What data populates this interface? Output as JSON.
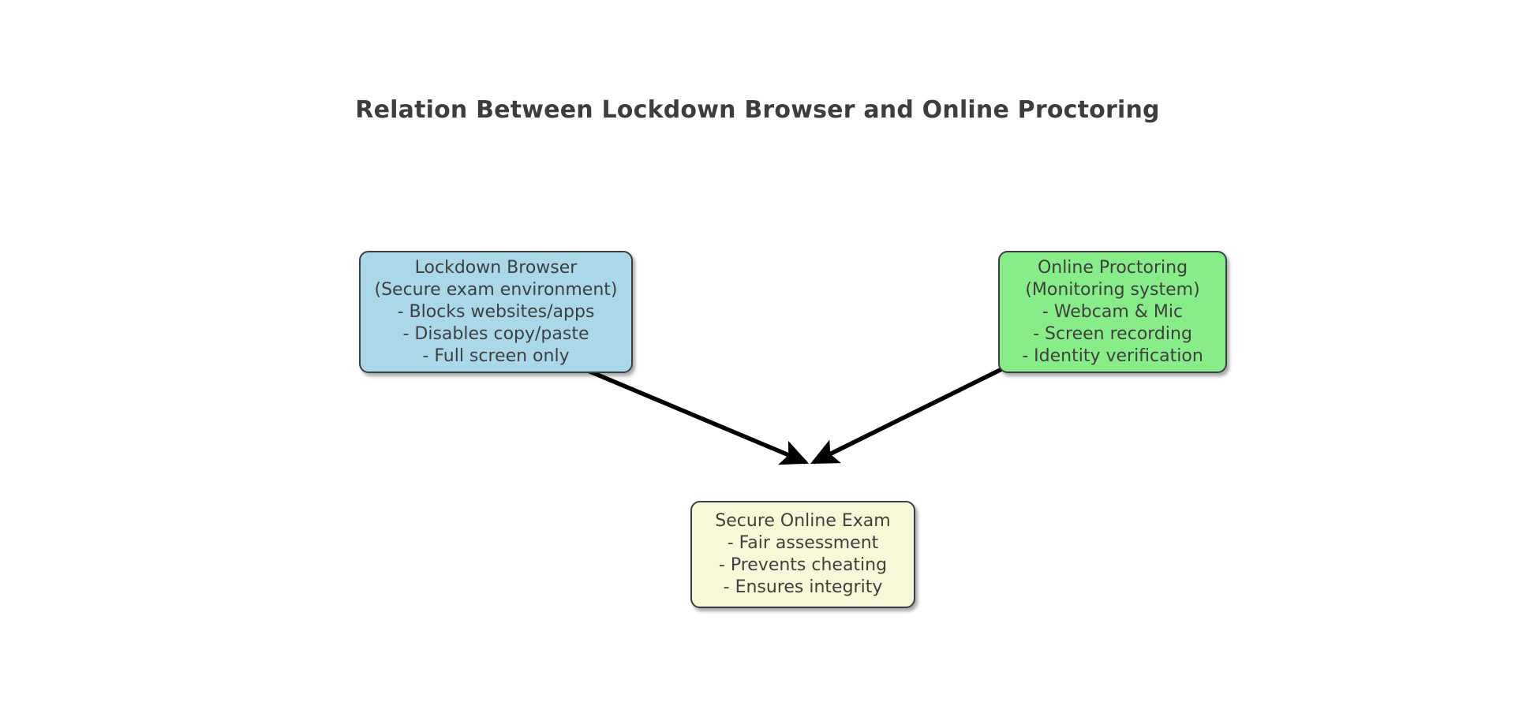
{
  "diagram": {
    "title": "Relation Between Lockdown Browser and Online Proctoring",
    "type": "flowchart",
    "background_color": "#ffffff",
    "title_color": "#3d3d3d",
    "nodes": [
      {
        "id": "lockdown_browser",
        "label": "Lockdown Browser",
        "lines": [
          "Lockdown Browser",
          "(Secure exam environment)",
          "- Blocks websites/apps",
          "- Disables copy/paste",
          "- Full screen only"
        ],
        "fill_color": "#aad8e9",
        "border_color": "#3a3f45",
        "text_color": "#3f3f3f",
        "position": "top-left"
      },
      {
        "id": "online_proctoring",
        "label": "Online Proctoring",
        "lines": [
          "Online Proctoring",
          "(Monitoring system)",
          "- Webcam & Mic",
          "- Screen recording",
          "- Identity verification"
        ],
        "fill_color": "#88ed88",
        "border_color": "#3a3f45",
        "text_color": "#3f3f3f",
        "position": "top-right"
      },
      {
        "id": "secure_online_exam",
        "label": "Secure Online Exam",
        "lines": [
          "Secure Online Exam",
          "- Fair assessment",
          "- Prevents cheating",
          "- Ensures integrity"
        ],
        "fill_color": "#f8f8d8",
        "border_color": "#3a3f45",
        "text_color": "#3f3f3f",
        "position": "bottom-center"
      }
    ],
    "edges": [
      {
        "id": "edge-lockdown-to-exam",
        "from": "lockdown_browser",
        "to": "secure_online_exam",
        "label": "",
        "style": "solid",
        "arrowhead": "filled-triangle",
        "color": "#000000"
      },
      {
        "id": "edge-proctoring-to-exam",
        "from": "online_proctoring",
        "to": "secure_online_exam",
        "label": "",
        "style": "solid",
        "arrowhead": "filled-triangle",
        "color": "#000000"
      }
    ]
  }
}
